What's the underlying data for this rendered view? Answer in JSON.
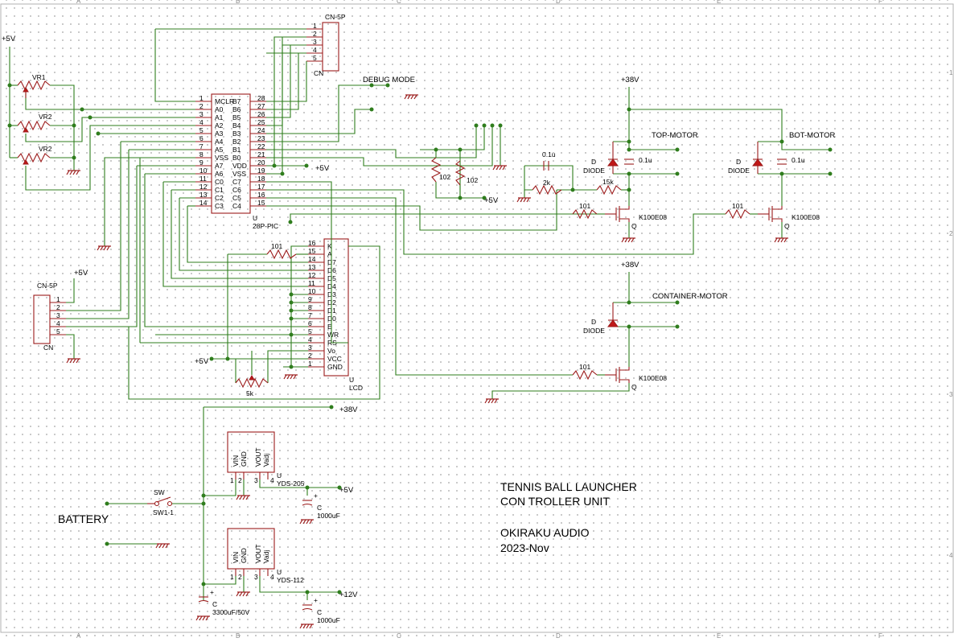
{
  "border": {
    "columns": [
      "A",
      "B",
      "C",
      "D",
      "E",
      "F"
    ],
    "rows": [
      "1",
      "2",
      "3",
      "4"
    ]
  },
  "title_block": {
    "line1": "TENNIS BALL LAUNCHER",
    "line2": "CON TROLLER UNIT",
    "line3": "OKIRAKU AUDIO",
    "line4": "2023-Nov"
  },
  "nets": {
    "p5": "+5V",
    "p38": "+38V",
    "p12": "+12V",
    "battery": "BATTERY",
    "debug": "DEBUG MODE"
  },
  "pic": {
    "name": "U",
    "part": "28P-PIC",
    "left": [
      {
        "n": "1",
        "f": "MCLR"
      },
      {
        "n": "2",
        "f": "A0"
      },
      {
        "n": "3",
        "f": "A1"
      },
      {
        "n": "4",
        "f": "A2"
      },
      {
        "n": "5",
        "f": "A3"
      },
      {
        "n": "6",
        "f": "A4"
      },
      {
        "n": "7",
        "f": "A5"
      },
      {
        "n": "8",
        "f": "VSS"
      },
      {
        "n": "9",
        "f": "A7"
      },
      {
        "n": "10",
        "f": "A6"
      },
      {
        "n": "11",
        "f": "C0"
      },
      {
        "n": "12",
        "f": "C1"
      },
      {
        "n": "13",
        "f": "C2"
      },
      {
        "n": "14",
        "f": "C3"
      }
    ],
    "right": [
      {
        "n": "28",
        "f": "B7"
      },
      {
        "n": "27",
        "f": "B6"
      },
      {
        "n": "26",
        "f": "B5"
      },
      {
        "n": "25",
        "f": "B4"
      },
      {
        "n": "24",
        "f": "B3"
      },
      {
        "n": "23",
        "f": "B2"
      },
      {
        "n": "22",
        "f": "B1"
      },
      {
        "n": "21",
        "f": "B0"
      },
      {
        "n": "20",
        "f": "VDD"
      },
      {
        "n": "19",
        "f": "VSS"
      },
      {
        "n": "18",
        "f": "C7"
      },
      {
        "n": "17",
        "f": "C6"
      },
      {
        "n": "16",
        "f": "C5"
      },
      {
        "n": "15",
        "f": "C4"
      }
    ]
  },
  "lcd": {
    "name": "U",
    "part": "LCD",
    "pins": [
      {
        "n": "16",
        "f": "K"
      },
      {
        "n": "15",
        "f": "A"
      },
      {
        "n": "14",
        "f": "D7"
      },
      {
        "n": "13",
        "f": "D6"
      },
      {
        "n": "12",
        "f": "D5"
      },
      {
        "n": "11",
        "f": "D4"
      },
      {
        "n": "10",
        "f": "D3"
      },
      {
        "n": "9",
        "f": "D2"
      },
      {
        "n": "8",
        "f": "D1"
      },
      {
        "n": "7",
        "f": "D0"
      },
      {
        "n": "6",
        "f": "E"
      },
      {
        "n": "5",
        "f": "WR"
      },
      {
        "n": "4",
        "f": "RS"
      },
      {
        "n": "3",
        "f": "Vo"
      },
      {
        "n": "2",
        "f": "VCC"
      },
      {
        "n": "1",
        "f": "GND"
      }
    ]
  },
  "cn_top": {
    "label": "CN-5P",
    "ref": "CN",
    "pins": [
      "1",
      "2",
      "3",
      "4",
      "5"
    ]
  },
  "cn_left": {
    "label": "CN-5P",
    "ref": "CN",
    "pins": [
      "1",
      "2",
      "3",
      "4",
      "5"
    ]
  },
  "pots": {
    "vr1": "VR1",
    "vr2a": "VR2",
    "vr2b": "VR2",
    "lcd_pot": "5k"
  },
  "resistors": {
    "r_lcd": "101",
    "r_a": "102",
    "r_b": "102",
    "r_2k": "2k",
    "r_15k": "15k",
    "r_g1": "101",
    "r_g2": "101",
    "r_g3": "101"
  },
  "caps": {
    "c_fb": "0.1u",
    "c_top": "0.1u",
    "c_bot": "0.1u"
  },
  "motors": {
    "top": "TOP-MOTOR",
    "bot": "BOT-MOTOR",
    "container": "CONTAINER-MOTOR"
  },
  "diode": {
    "ref": "D",
    "label": "DIODE"
  },
  "mosfet": {
    "part": "K100E08",
    "ref": "Q"
  },
  "regulators": [
    {
      "ref": "U",
      "part": "YDS-205",
      "pins": [
        "VIN",
        "GND",
        "VOUT",
        "Vadj"
      ],
      "nums": [
        "1",
        "2",
        "3",
        "4"
      ]
    },
    {
      "ref": "U",
      "part": "YDS-112",
      "pins": [
        "VIN",
        "GND",
        "VOUT",
        "Vadj"
      ],
      "nums": [
        "1",
        "2",
        "3",
        "4"
      ]
    }
  ],
  "switch": {
    "ref": "SW",
    "part": "SW1-1"
  },
  "capacitors": {
    "c1": "C",
    "c1v": "1000uF",
    "c2": "C",
    "c2v": "1000uF",
    "c3": "C",
    "c3v": "3300uF/50V"
  }
}
